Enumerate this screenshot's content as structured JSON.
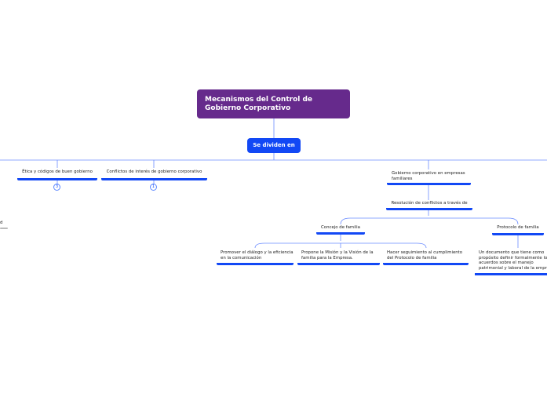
{
  "root": {
    "title": "Mecanismos del Control de Gobierno Corporativo"
  },
  "connector": {
    "label": "Se dividen en"
  },
  "branches": {
    "etica": {
      "label": "Ética y códigos de buen gobierno",
      "count": "3"
    },
    "conflictos": {
      "label": "Conflictos de interés de gobierno corporativo",
      "count": "1"
    },
    "familiares": {
      "label": "Gobierno corporativo en empresas familiares"
    }
  },
  "resolucion": {
    "label": "Resolución de conflictos a través de"
  },
  "consejo": {
    "label": "Concejo de familia"
  },
  "protocolo": {
    "label": "Protocolo de familia",
    "description": "Un documento que tiene como propósito definir formalmente los acuerdos sobre el manejo patrimonial y laboral de la empresa"
  },
  "consejo_items": [
    "Promover el diálogo y la eficiencia en la comunicación",
    "Propone la Misión y la Visión de la familia para la Empresa.",
    "Hacer seguimiento al cumplimiento del Protocolo de familia"
  ],
  "left_fragment": "d"
}
